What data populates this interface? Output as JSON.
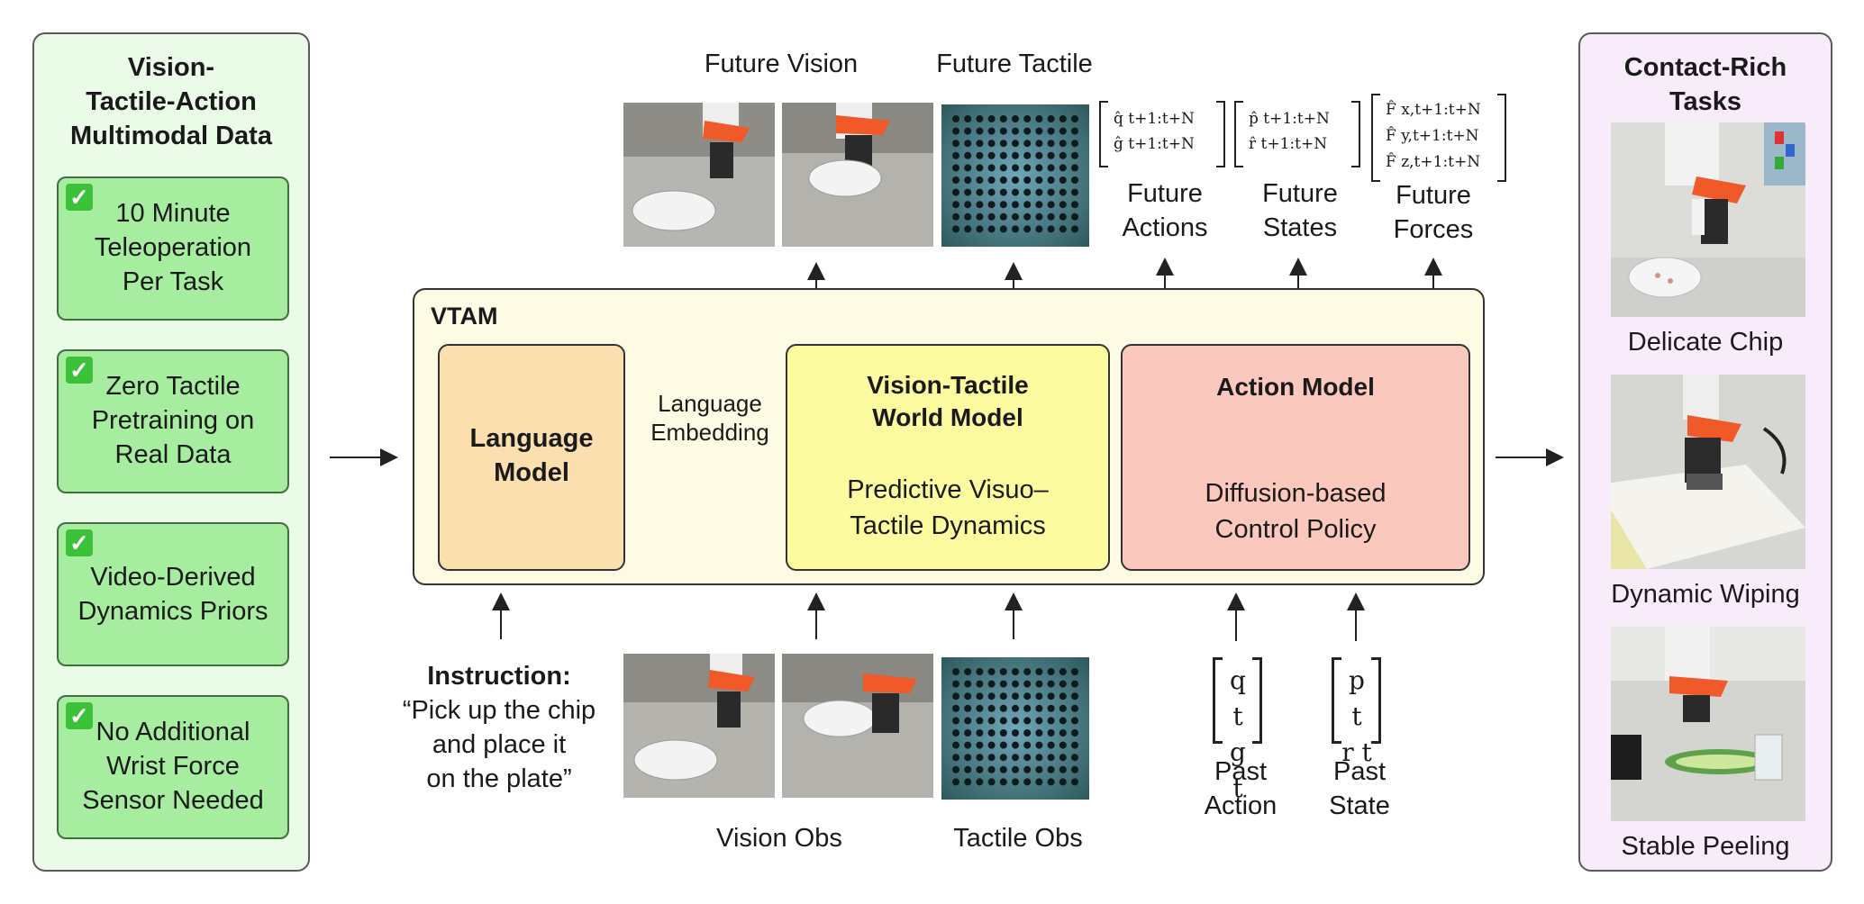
{
  "left_panel": {
    "title_lines": [
      "Vision-",
      "Tactile-Action",
      "Multimodal Data"
    ],
    "features": [
      {
        "check": "✓",
        "lines": [
          "10 Minute",
          "Teleoperation",
          "Per Task"
        ]
      },
      {
        "check": "✓",
        "lines": [
          "Zero Tactile",
          "Pretraining on",
          "Real Data"
        ]
      },
      {
        "check": "✓",
        "lines": [
          "Video-Derived",
          "Dynamics Priors"
        ]
      },
      {
        "check": "✓",
        "lines": [
          "No Additional",
          "Wrist Force",
          "Sensor Needed"
        ]
      }
    ]
  },
  "right_panel": {
    "title_lines": [
      "Contact-Rich",
      "Tasks"
    ],
    "tasks": [
      "Delicate Chip",
      "Dynamic Wiping",
      "Stable Peeling"
    ]
  },
  "top_labels": {
    "future_vision": "Future Vision",
    "future_tactile": "Future Tactile",
    "future_actions": [
      "Future",
      "Actions"
    ],
    "future_states": [
      "Future",
      "States"
    ],
    "future_forces": [
      "Future",
      "Forces"
    ]
  },
  "vtam": {
    "title": "VTAM",
    "language_model": [
      "Language",
      "Model"
    ],
    "embedding": [
      "Language",
      "Embedding"
    ],
    "world_model_title": [
      "Vision-Tactile",
      "World Model"
    ],
    "world_model_sub": [
      "Predictive Visuo–",
      "Tactile Dynamics"
    ],
    "action_model_title": "Action Model",
    "action_model_sub": [
      "Diffusion-based",
      "Control Policy"
    ]
  },
  "bottom_labels": {
    "instruction_title": "Instruction:",
    "instruction_text": [
      "“Pick up the chip",
      "and place it",
      "on the plate”"
    ],
    "vision_obs": "Vision Obs",
    "tactile_obs": "Tactile Obs",
    "past_action": [
      "Past",
      "Action"
    ],
    "past_state": [
      "Past",
      "State"
    ]
  },
  "math": {
    "future_actions": [
      "q̂ t+1:t+N",
      "ĝ t+1:t+N"
    ],
    "future_states": [
      "p̂ t+1:t+N",
      "r̂ t+1:t+N"
    ],
    "future_forces": [
      "F̂ x,t+1:t+N",
      "F̂ y,t+1:t+N",
      "F̂ z,t+1:t+N"
    ],
    "past_action": [
      "q t",
      "g t"
    ],
    "past_state": [
      "p t",
      "r t"
    ]
  },
  "colors": {
    "left_panel_bg": "#eafbe7",
    "feature_bg": "#a6eda0",
    "right_panel_bg": "#f8ecfb",
    "vtam_bg": "#fdfbe4",
    "language_model_bg": "#fbdfae",
    "world_model_bg": "#fdfb9f",
    "action_model_bg": "#fbc8bd"
  }
}
